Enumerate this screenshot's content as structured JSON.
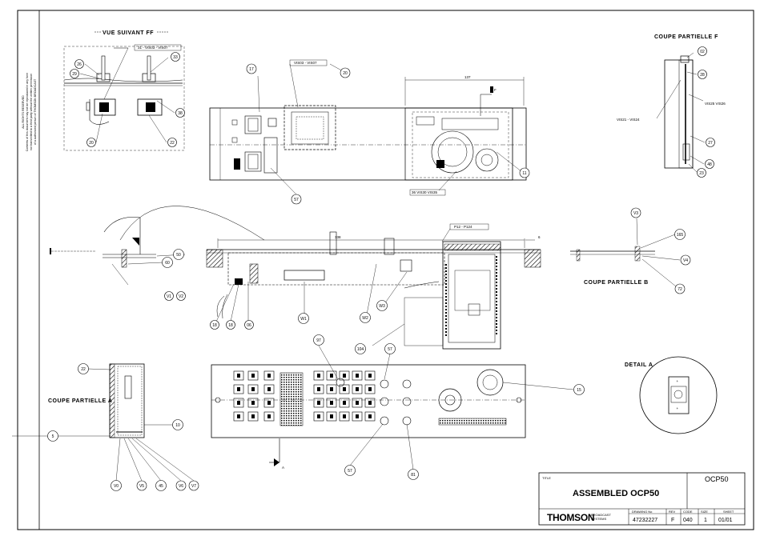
{
  "notice": {
    "line1": "ALL RIGHTS RESERVED",
    "line2": "Contents of this document may not be reproduced in any form",
    "line3": "nor transmitted to a third party without the written permission",
    "line4": "of a authorized person of THOMSON BROADCAST"
  },
  "views": {
    "vue_suivant": "VUE SUIVANT  FF",
    "coupe_f": "COUPE PARTIELLE F",
    "coupe_b": "COUPE PARTIELLE B",
    "coupe_a": "COUPE PARTIELLE A",
    "detail_a": "DETAIL A"
  },
  "dimensions": {
    "d137": "137",
    "d338": "338",
    "d6": "6"
  },
  "section_marks": {
    "f": "F",
    "a": "A"
  },
  "callouts": {
    "vis_ff_1": "31 - VIS03 - VIS07",
    "vis_top": "VIS03 - VIS07",
    "p_range": "P12 - P124",
    "vis_range_2": "36 VIS30 VIS35",
    "vis_f1": "VIS21 - VIS24",
    "vis_f2": "VIS25 VIS26"
  },
  "bubbles": {
    "b26": "26",
    "b29": "29",
    "b33": "33",
    "b38": "38",
    "b20": "20",
    "b22": "22",
    "b17": "17",
    "b20b": "20",
    "b57": "57",
    "b11": "11",
    "b02": "02",
    "b28": "28",
    "b27": "27",
    "b48": "48",
    "b23": "23",
    "b50": "50",
    "b60": "60",
    "bv1": "V1",
    "bv2": "V2",
    "b18a": "18",
    "b18b": "18",
    "b06": "06",
    "bw1": "W1",
    "bw2": "W2",
    "bw3": "W3",
    "b97": "97",
    "b104": "104",
    "b57b": "57",
    "bv3": "V3",
    "b165": "165",
    "bv4": "V4",
    "b72": "72",
    "b22b": "22",
    "b5": "5",
    "b10": "10",
    "b15": "15",
    "bv0": "V0",
    "bv5": "V5",
    "b45": "45",
    "bv6": "V6",
    "bv7": "V7",
    "b57c": "57",
    "b81": "81"
  },
  "title_block": {
    "title_label": "TITLE",
    "title": "ASSEMBLED OCP50",
    "product": "OCP50",
    "logo": "THOMSON",
    "logo_sub1": "BROADCAST",
    "logo_sub2": "SYSTEMS",
    "drawing_no_label": "DRAWING No",
    "drawing_no": "47232227",
    "rev_label": "REV",
    "rev": "F",
    "code_label": "CODE",
    "code": "040",
    "size_label": "SIZE",
    "size": "1",
    "sheet_label": "SHEET",
    "sheet": "01/01"
  }
}
